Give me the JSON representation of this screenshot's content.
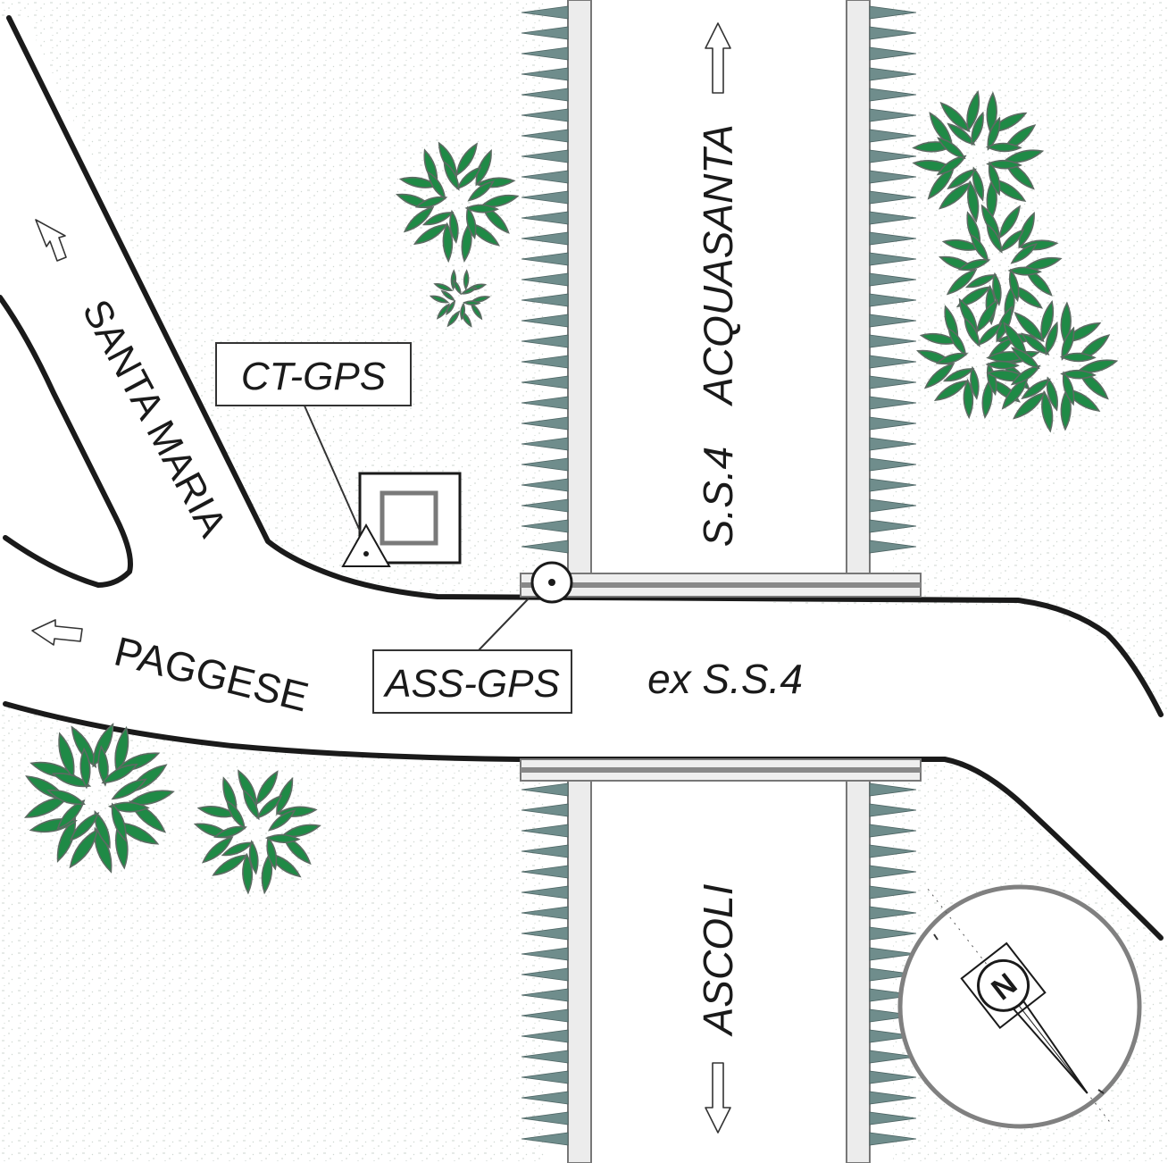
{
  "roads": {
    "santa_maria": "SANTA MARIA",
    "paggese": "PAGGESE",
    "ex_ss4": "ex S.S.4",
    "ss4": "S.S.4",
    "acquasanta": "ACQUASANTA",
    "ascoli": "ASCOLI"
  },
  "stations": {
    "ct_gps": "CT-GPS",
    "ass_gps": "ASS-GPS"
  },
  "compass": {
    "north_letter": "N"
  },
  "colors": {
    "background": "#f4f6f3",
    "road_edge": "#1a1a1a",
    "tree_fill": "#1f8a46",
    "tree_stroke": "#5d6b63",
    "guardrail": "#9aa3a0",
    "embankment_spike": "#6f8d8c"
  }
}
